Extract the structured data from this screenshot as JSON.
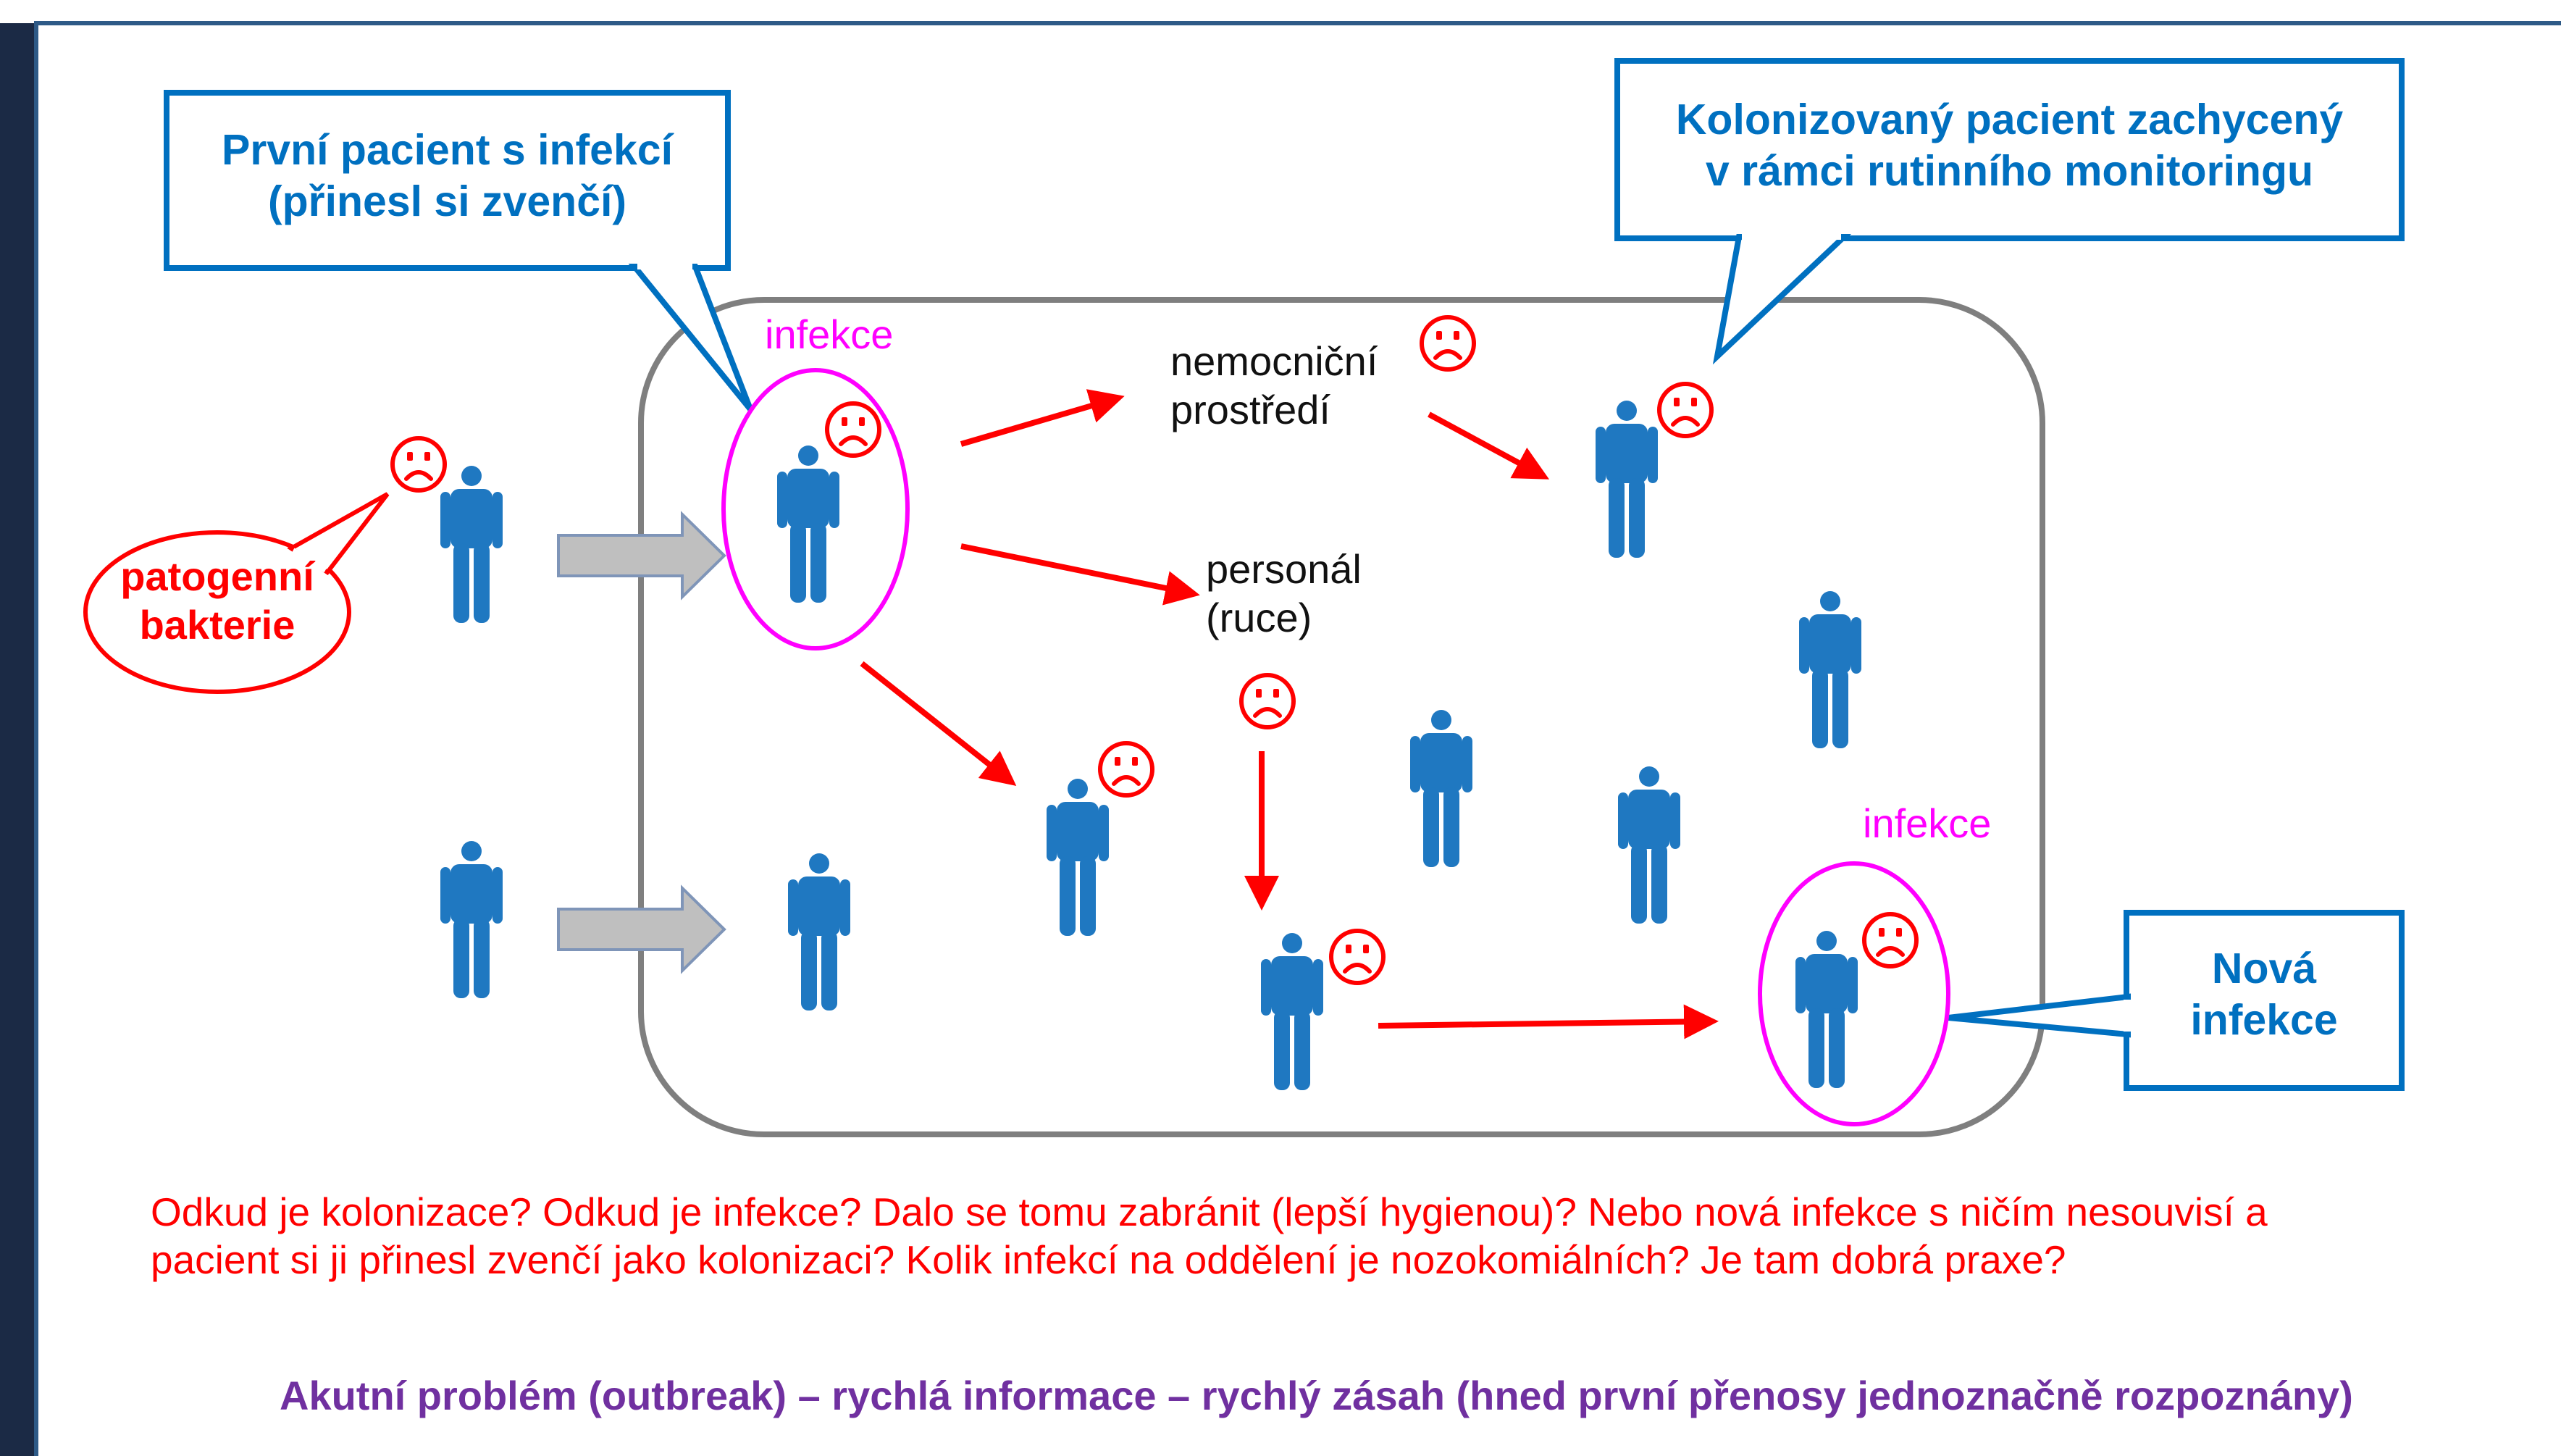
{
  "callouts": {
    "first_patient": [
      "První pacient s infekcí",
      "(přinesl si zvenčí)"
    ],
    "colonized": [
      "Kolonizovaný pacient zachycený",
      "v rámci rutinního monitoringu"
    ],
    "new_infection": [
      "Nová",
      "infekce"
    ],
    "pathogen": [
      "patogenní",
      "bakterie"
    ]
  },
  "labels": {
    "infekce_top": "infekce",
    "infekce_right": "infekce",
    "environment": [
      "nemocniční",
      "prostředí"
    ],
    "staff": [
      "personál",
      "(ruce)"
    ]
  },
  "questions": [
    "Odkud je kolonizace? Odkud je infekce? Dalo se tomu zabránit (lepší hygienou)? Nebo nová infekce s ničím nesouvisí a",
    "pacient si ji přinesl zvenčí jako kolonizaci? Kolik infekcí na oddělení je nozokomiálních? Je tam dobrá praxe?"
  ],
  "summary": "Akutní problém (outbreak) – rychlá informace – rychlý zásah (hned první přenosy jednoznačně rozpoznány)",
  "colors": {
    "callout_blue": "#0070c0",
    "person_blue": "#1f78c1",
    "alert_red": "#ff0000",
    "infection_magenta": "#ff00ff",
    "summary_purple": "#7030a0",
    "ward_border": "#7f7f7f",
    "slide_navy": "#1b2a45"
  },
  "icons": {
    "person": "person-icon",
    "sad": "sad-face-icon",
    "entry_arrow": "block-arrow-icon"
  }
}
